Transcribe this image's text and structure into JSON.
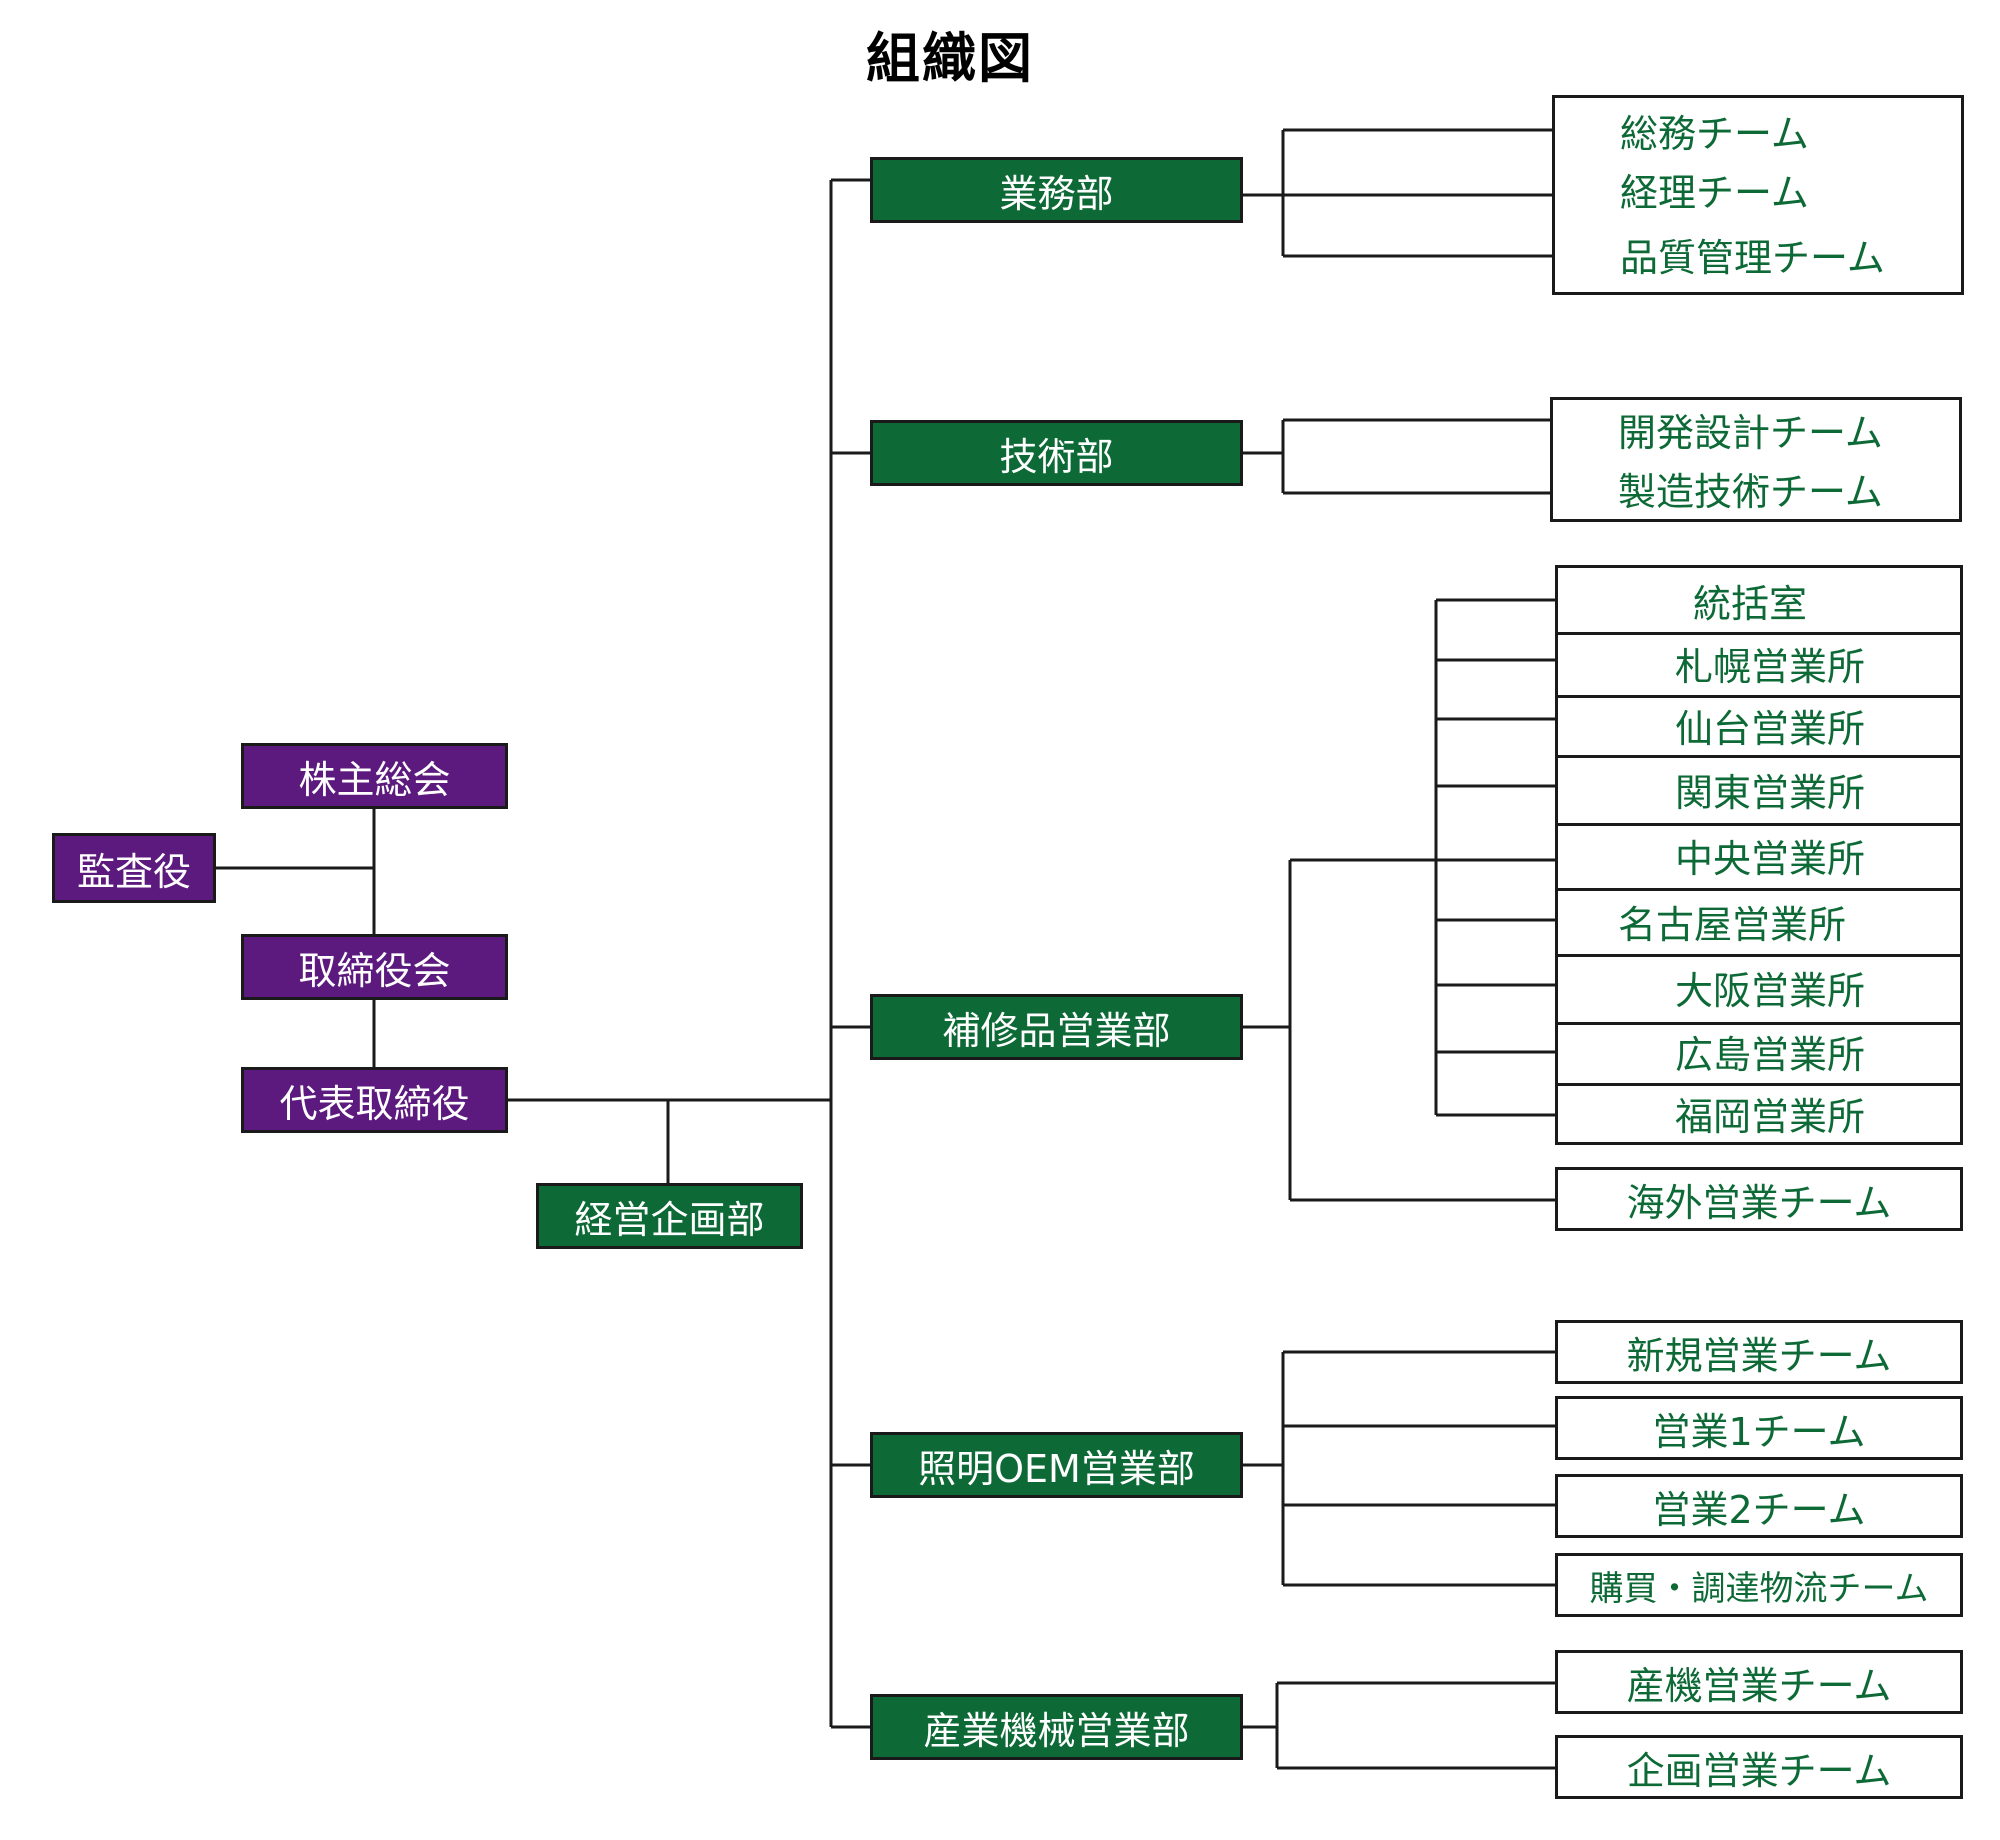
{
  "title": "組織図",
  "colors": {
    "executive": "#5c1a7f",
    "department": "#0d6a36",
    "team_text": "#0d6a36",
    "line": "#1a1a1a"
  },
  "executive": {
    "shareholders": "株主総会",
    "auditor": "監査役",
    "board": "取締役会",
    "representative": "代表取締役",
    "planning": "経営企画部"
  },
  "departments": [
    {
      "name": "業務部",
      "teams": [
        "総務チーム",
        "経理チーム",
        "品質管理チーム"
      ]
    },
    {
      "name": "技術部",
      "teams": [
        "開発設計チーム",
        "製造技術チーム"
      ]
    },
    {
      "name": "補修品営業部",
      "offices": [
        "統括室",
        "札幌営業所",
        "仙台営業所",
        "関東営業所",
        "中央営業所",
        "名古屋営業所",
        "大阪営業所",
        "広島営業所",
        "福岡営業所"
      ],
      "teams": [
        "海外営業チーム"
      ]
    },
    {
      "name": "照明OEM営業部",
      "teams": [
        "新規営業チーム",
        "営業1チーム",
        "営業2チーム",
        "購買・調達物流チーム"
      ]
    },
    {
      "name": "産業機械営業部",
      "teams": [
        "産機営業チーム",
        "企画営業チーム"
      ]
    }
  ]
}
